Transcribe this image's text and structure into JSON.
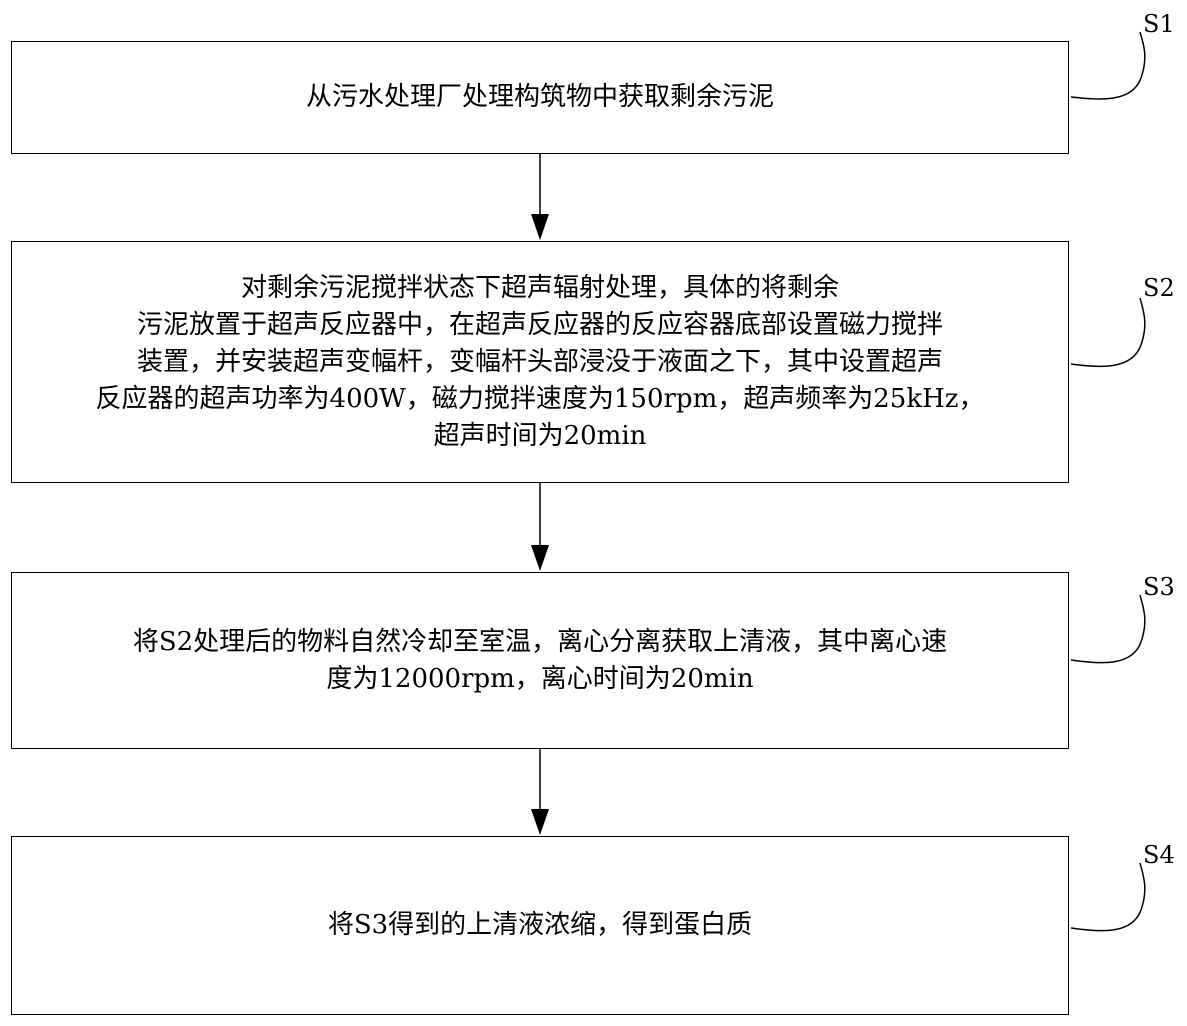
{
  "steps": [
    {
      "label": "S1",
      "lines": [
        "从污水处理厂处理构筑物中获取剩余污泥"
      ]
    },
    {
      "label": "S2",
      "lines": [
        "对剩余污泥搅拌状态下超声辐射处理，具体的将剩余",
        "污泥放置于超声反应器中，在超声反应器的反应容器底部设置磁力搅拌",
        "装置，并安装超声变幅杆，变幅杆头部浸没于液面之下，其中设置超声",
        "反应器的超声功率为400W，磁力搅拌速度为150rpm，超声频率为25kHz，",
        "超声时间为20min"
      ]
    },
    {
      "label": "S3",
      "lines": [
        "将S2处理后的物料自然冷却至室温，离心分离获取上清液，其中离心速",
        "度为12000rpm，离心时间为20min"
      ]
    },
    {
      "label": "S4",
      "lines": [
        "将S3得到的上清液浓缩，得到蛋白质"
      ]
    }
  ]
}
